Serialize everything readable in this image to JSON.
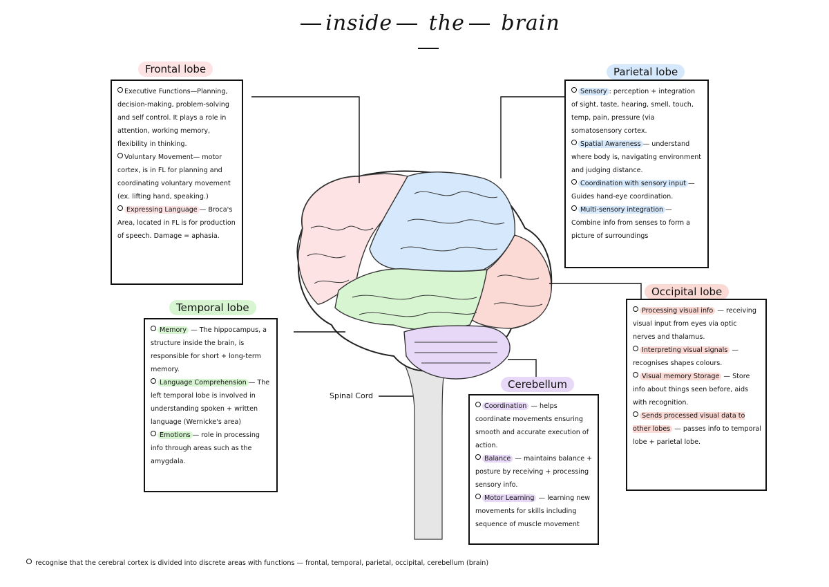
{
  "title": {
    "part1": "inside",
    "part2": "the",
    "part3": "brain"
  },
  "colors": {
    "frontal": "#fde3e3",
    "parietal": "#d6e8fb",
    "temporal": "#d8f5d2",
    "occipital": "#fbd9d4",
    "cerebellum": "#e7d8f7",
    "spinal": "#e6e6e6"
  },
  "frontal": {
    "label": "Frontal lobe",
    "items": [
      {
        "head": "Executive Functions",
        "text": "—Planning, decision-making, problem-solving and self control. It plays a role in attention, working memory, flexibility in thinking."
      },
      {
        "head": "Voluntary Movement",
        "text": "— motor cortex, is in FL for planning and coordinating voluntary movement (ex. lifting hand, speaking.)"
      },
      {
        "head": "Expressing Language",
        "text": "— Broca's Area, located in FL is for production of speech. Damage = aphasia."
      }
    ]
  },
  "parietal": {
    "label": "Parietal lobe",
    "items": [
      {
        "head": "Sensory",
        "text": ": perception + integration of sight, taste, hearing, smell, touch, temp, pain, pressure (via somatosensory cortex."
      },
      {
        "head": "Spatial Awareness",
        "text": "— understand where body is, navigating environment and judging distance."
      },
      {
        "head": "Coordination with sensory input",
        "text": "— Guides hand-eye coordination."
      },
      {
        "head": "Multi-sensory integration",
        "text": "— Combine info from senses to form a picture of surroundings"
      }
    ]
  },
  "temporal": {
    "label": "Temporal lobe",
    "items": [
      {
        "head": "Memory",
        "text": " — The hippocampus, a structure inside the brain, is responsible for short + long-term memory."
      },
      {
        "head": "Language Comprehension",
        "text": "— The left temporal lobe is involved in understanding spoken + written language (Wernicke's area)"
      },
      {
        "head": "Emotions",
        "text": "— role in processing info through areas such as the amygdala."
      }
    ]
  },
  "occipital": {
    "label": "Occipital lobe",
    "items": [
      {
        "head": "Processing visual info",
        "text": " — receiving visual input from eyes via optic nerves and thalamus."
      },
      {
        "head": "Interpreting visual signals",
        "text": " — recognises shapes colours."
      },
      {
        "head": "Visual memory Storage",
        "text": " — Store info about things seen before, aids with recognition."
      },
      {
        "head": "Sends processed visual data to other lobes",
        "text": " — passes info to temporal lobe + parietal lobe."
      }
    ]
  },
  "cerebellum": {
    "label": "Cerebellum",
    "items": [
      {
        "head": "Coordination",
        "text": " — helps coordinate movements ensuring smooth and accurate execution of action."
      },
      {
        "head": "Balance",
        "text": " — maintains balance + posture by receiving + processing sensory info."
      },
      {
        "head": "Motor Learning",
        "text": " — learning new movements for skills including sequence of muscle movement"
      }
    ]
  },
  "spinal_cord": "Spinal Cord",
  "footnote": "recognise that the cerebral cortex is divided into discrete areas with functions — frontal, temporal, parietal, occipital, cerebellum (brain)"
}
